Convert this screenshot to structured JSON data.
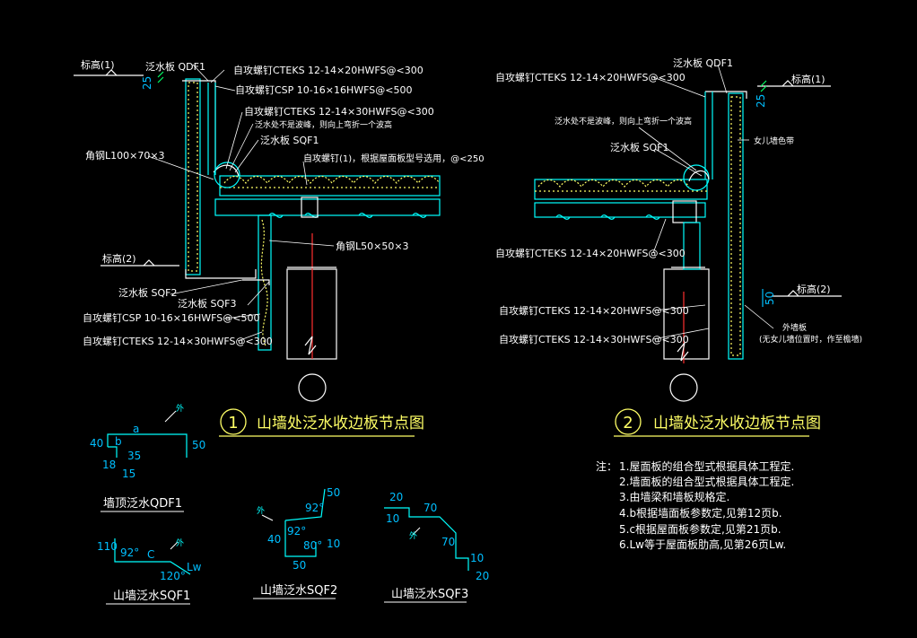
{
  "detail1": {
    "num": "1",
    "title": "山墙处泛水收边板节点图",
    "labels": {
      "elev1": "标高(1)",
      "qdf1": "泛水板 QDF1",
      "cteks_top": "自攻螺钉CTEKS 12-14×20HWFS@<300",
      "csp_top": "自攻螺钉CSP 10-16×16HWFS@<500",
      "cteks_mid": "自攻螺钉CTEKS 12-14×30HWFS@<300",
      "note_seal": "泛水处不是波峰，则向上弯折一个波高",
      "sqf1": "泛水板 SQF1",
      "screw1": "自攻螺钉(1)，根据屋面板型号选用，@<250",
      "angle_big": "角钢L100×70×3",
      "angle_small": "角钢L50×50×3",
      "elev2": "标高(2)",
      "sqf2": "泛水板 SQF2",
      "sqf3": "泛水板 SQF3",
      "csp_bot": "自攻螺钉CSP 10-16×16HWFS@<500",
      "cteks_bot": "自攻螺钉CTEKS 12-14×30HWFS@<300",
      "dim25": "25"
    }
  },
  "detail2": {
    "num": "2",
    "title": "山墙处泛水收边板节点图",
    "labels": {
      "cteks_top": "自攻螺钉CTEKS 12-14×20HWFS@<300",
      "qdf1": "泛水板 QDF1",
      "elev1": "标高(1)",
      "dim25": "25",
      "note_seal": "泛水处不是波峰，则向上弯折一个波高",
      "seal": "女儿墙色带",
      "sqf1": "泛水板 SQF1",
      "cteks_a": "自攻螺钉CTEKS 12-14×20HWFS@<300",
      "cteks_b": "自攻螺钉CTEKS 12-14×20HWFS@<300",
      "cteks_c": "自攻螺钉CTEKS 12-14×30HWFS@<300",
      "elev2": "标高(2)",
      "dim50": "50",
      "outer": "外墙板",
      "outer_note": "(无女儿墙位置时，作至檐墙)"
    }
  },
  "profiles": {
    "qdf1": {
      "caption": "墙顶泛水QDF1",
      "dims": [
        "外",
        "a",
        "40",
        "b",
        "35",
        "18",
        "15",
        "50"
      ]
    },
    "sqf1": {
      "caption": "山墙泛水SQF1",
      "dims": [
        "110",
        "92°",
        "C",
        "外",
        "120°",
        "Lw"
      ]
    },
    "sqf2": {
      "caption": "山墙泛水SQF2",
      "dims": [
        "50",
        "92°",
        "外",
        "40",
        "92°",
        "80°",
        "10",
        "50"
      ]
    },
    "sqf3": {
      "caption": "山墙泛水SQF3",
      "dims": [
        "20",
        "70",
        "10",
        "外",
        "70",
        "10",
        "20"
      ]
    }
  },
  "notes": {
    "prefix": "注：",
    "items": [
      "1.屋面板的组合型式根据具体工程定.",
      "2.墙面板的组合型式根据具体工程定.",
      "3.由墙梁和墙板规格定.",
      "4.b根据墙面板参数定,见第12页b.",
      "5.c根据屋面板参数定,见第21页b.",
      "6.Lw等于屋面板肋高,见第26页Lw."
    ]
  },
  "colors": {
    "bg": "#000000",
    "cyan": "#00ffff",
    "yellow": "#ffff66",
    "white": "#ffffff",
    "blue": "#00bfff",
    "green": "#00ff66",
    "red": "#ff3030"
  }
}
